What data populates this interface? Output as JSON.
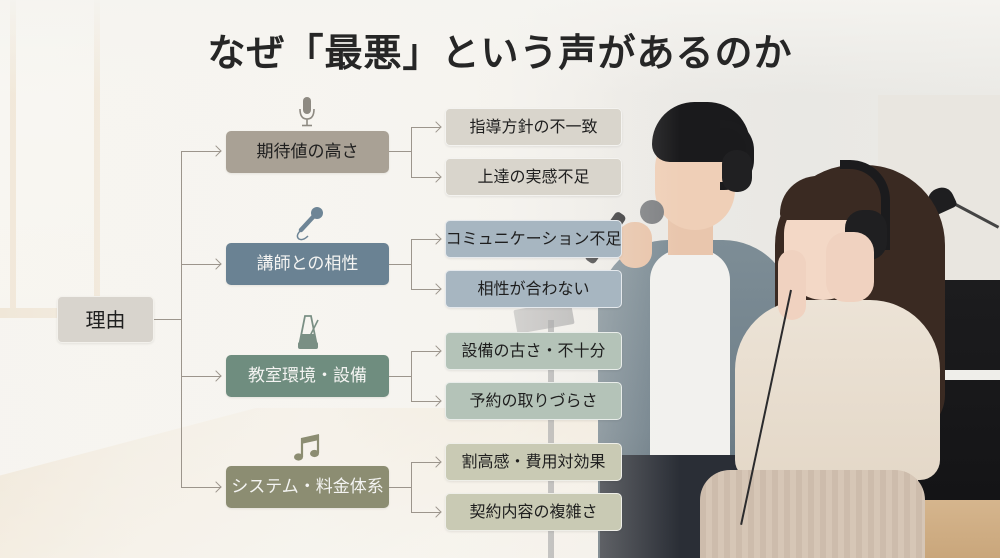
{
  "title": "なぜ「最悪」という声があるのか",
  "root": {
    "label": "理由",
    "color": "#d8d4cd"
  },
  "categories": [
    {
      "label": "期待値の高さ",
      "icon": "studio-microphone-icon",
      "box_color": "#a9a195",
      "text_color": "#1f1f1f",
      "sub_color": "#d9d5cc",
      "items": [
        "指導方針の不一致",
        "上達の実感不足"
      ]
    },
    {
      "label": "講師との相性",
      "icon": "handheld-microphone-icon",
      "box_color": "#6a8293",
      "text_color": "#f4f4f2",
      "sub_color": "#a7b6c1",
      "items": [
        "コミュニケーション不足",
        "相性が合わない"
      ]
    },
    {
      "label": "教室環境・設備",
      "icon": "metronome-icon",
      "box_color": "#6f8d7f",
      "text_color": "#f4f4f2",
      "sub_color": "#b4c3b8",
      "items": [
        "設備の古さ・不十分",
        "予約の取りづらさ"
      ]
    },
    {
      "label": "システム・料金体系",
      "icon": "music-note-icon",
      "box_color": "#8c8d72",
      "text_color": "#f4f4f2",
      "sub_color": "#c9cab4",
      "items": [
        "割高感・費用対効果",
        "契約内容の複雑さ"
      ]
    }
  ],
  "colors": {
    "connector": "#9c958c",
    "title": "#262626",
    "icon": "#8e8a82"
  }
}
